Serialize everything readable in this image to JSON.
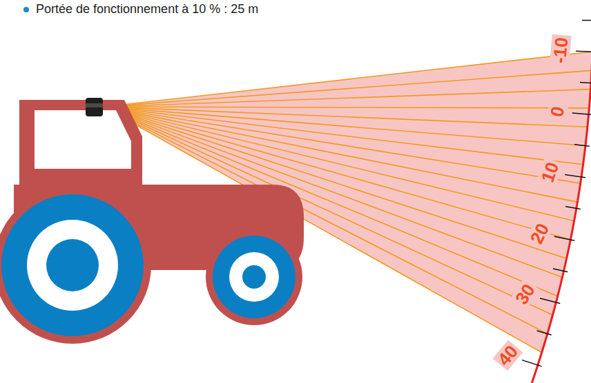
{
  "diagram": {
    "labels": [
      "Portée de fonctionnement à 10 % : 25 m",
      "-10",
      "0",
      "10",
      "20",
      "30",
      "40"
    ]
  }
}
